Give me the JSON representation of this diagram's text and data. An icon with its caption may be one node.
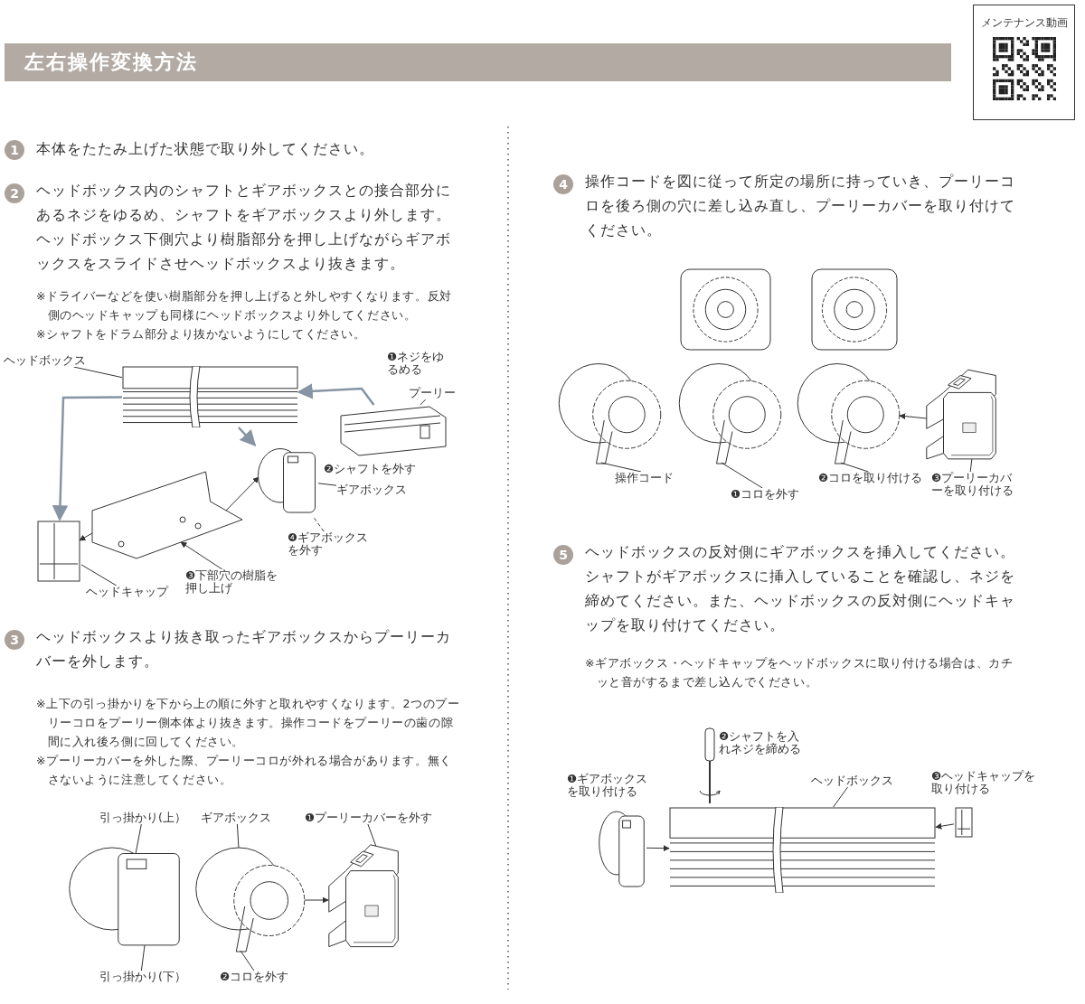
{
  "diagram": {
    "title": "左右操作変換方法",
    "nodes": [
      {
        "text": [
          "メンテナンス動画"
        ]
      },
      {
        "text": [],
        "shape": "picture"
      },
      {
        "text": [],
        "shape": "picture"
      },
      {
        "text": [],
        "shape": "picture"
      },
      {
        "text": [],
        "shape": "picture"
      },
      {
        "text": [],
        "shape": "picture"
      },
      {
        "text": [
          "ヘッドボックス"
        ]
      },
      {
        "text": [
          "プーリー"
        ]
      },
      {
        "text": [
          "ギアボックス"
        ]
      },
      {
        "text": [
          "❹ギアボックスを外す"
        ]
      },
      {
        "text": [
          "❸下部穴の樹脂を押し上げ"
        ]
      },
      {
        "text": [
          "ヘッドキャップ"
        ]
      },
      {
        "text": [],
        "shape": "picture"
      },
      {
        "text": [],
        "shape": "picture"
      },
      {
        "text": [],
        "shape": "picture"
      },
      {
        "text": [
          "引っ掛かり(上）"
        ]
      },
      {
        "text": [
          "ギアボックス"
        ]
      },
      {
        "text": [
          "❶プーリーカバーを外す"
        ]
      },
      {
        "text": [
          "引っ掛かり(下）"
        ]
      },
      {
        "text": [
          "❷コロを外す"
        ]
      },
      {
        "text": [],
        "shape": "picture"
      },
      {
        "text": [],
        "shape": "picture"
      },
      {
        "text": [],
        "shape": "picture"
      },
      {
        "text": [],
        "shape": "picture"
      },
      {
        "text": [],
        "shape": "picture"
      },
      {
        "text": [],
        "shape": "picture"
      },
      {
        "text": [
          "操作コード"
        ]
      },
      {
        "text": [
          "❶コロを外す"
        ]
      },
      {
        "text": [
          "❷コロを取り付ける"
        ]
      },
      {
        "text": [
          "❸プーリーカバーを取り付ける"
        ]
      },
      {
        "text": [],
        "shape": "picture"
      },
      {
        "text": [],
        "shape": "picture"
      },
      {
        "text": [],
        "shape": "picture"
      },
      {
        "text": [
          "ヘッドボックス"
        ]
      },
      {
        "text": [
          "❶ネジをゆるめる"
        ]
      },
      {
        "text": [
          "❷シャフトを外す"
        ]
      },
      {
        "text": [
          "❷シャフトを入れネジを締める"
        ]
      },
      {
        "text": [
          "❶ギアボックスを取り付ける"
        ]
      },
      {
        "text": [
          "❸ヘッドキャップを取り付ける"
        ]
      }
    ],
    "edges": [
      {
        "from": 2,
        "to": 1,
        "arrow": "to",
        "color": "#8694a3"
      },
      {
        "from": 1,
        "to": 3,
        "arrow": "to",
        "color": "#8694a3"
      },
      {
        "from": 1,
        "to": 5,
        "arrow": "to",
        "color": "#8694a3"
      },
      {
        "from": 4,
        "to": 3,
        "arrow": "to"
      },
      {
        "from": 4,
        "to": 5,
        "arrow": "to"
      },
      {
        "from": 6,
        "to": 1,
        "arrow": "none"
      },
      {
        "from": 7,
        "to": 2,
        "arrow": "none"
      },
      {
        "from": 8,
        "to": 3,
        "arrow": "none"
      },
      {
        "from": 9,
        "to": 3,
        "arrow": "none",
        "style": "dashed"
      },
      {
        "from": 10,
        "to": 4,
        "arrow": "to"
      },
      {
        "from": 11,
        "to": 5,
        "arrow": "none"
      },
      {
        "from": 15,
        "to": 12,
        "arrow": "none"
      },
      {
        "from": 16,
        "to": 13,
        "arrow": "none"
      },
      {
        "from": 17,
        "to": 14,
        "arrow": "none"
      },
      {
        "from": 18,
        "to": 12,
        "arrow": "none"
      },
      {
        "from": 19,
        "to": 13,
        "arrow": "none"
      },
      {
        "from": 13,
        "to": 14,
        "arrow": "to"
      },
      {
        "from": 26,
        "to": 22,
        "arrow": "none"
      },
      {
        "from": 27,
        "to": 23,
        "arrow": "none"
      },
      {
        "from": 28,
        "to": 24,
        "arrow": "none"
      },
      {
        "from": 29,
        "to": 25,
        "arrow": "none"
      },
      {
        "from": 25,
        "to": 24,
        "arrow": "to"
      },
      {
        "from": 33,
        "to": 31,
        "arrow": "none"
      },
      {
        "from": 30,
        "to": 31,
        "arrow": "to"
      },
      {
        "from": 32,
        "to": 31,
        "arrow": "to"
      }
    ],
    "labels": [
      "1",
      "本体をたたみ上げた状態で取り外してください。",
      "2",
      "ヘッドボックス内のシャフトとギアボックスとの接合部分にあるネジをゆるめ、シャフトをギアボックスより外します。ヘッドボックス下側穴より樹脂部分を押し上げながらギアボックスをスライドさせヘッドボックスより抜きます。",
      "※ドライバーなどを使い樹脂部分を押し上げると外しやすくなります。反対側のヘッドキャップも同様にヘッドボックスより外してください。",
      "※シャフトをドラム部分より抜かないようにしてください。",
      "3",
      "ヘッドボックスより抜き取ったギアボックスからプーリーカバーを外します。",
      "※上下の引っ掛かりを下から上の順に外すと取れやすくなります。2つのプーリーコロをプーリー側本体より抜きます。操作コードをプーリーの歯の隙間に入れ後ろ側に回してください。",
      "※プーリーカバーを外した際、プーリーコロが外れる場合があります。無くさないように注意してください。",
      "4",
      "操作コードを図に従って所定の場所に持っていき、プーリーコロを後ろ側の穴に差し込み直し、プーリーカバーを取り付けてください。",
      "5",
      "ヘッドボックスの反対側にギアボックスを挿入してください。シャフトがギアボックスに挿入していることを確認し、ネジを締めてください。また、ヘッドボックスの反対側にヘッドキャップを取り付けてください。",
      "※ギアボックス・ヘッドキャップをヘッドボックスに取り付ける場合は、カチッと音がするまで差し込んでください。"
    ]
  }
}
